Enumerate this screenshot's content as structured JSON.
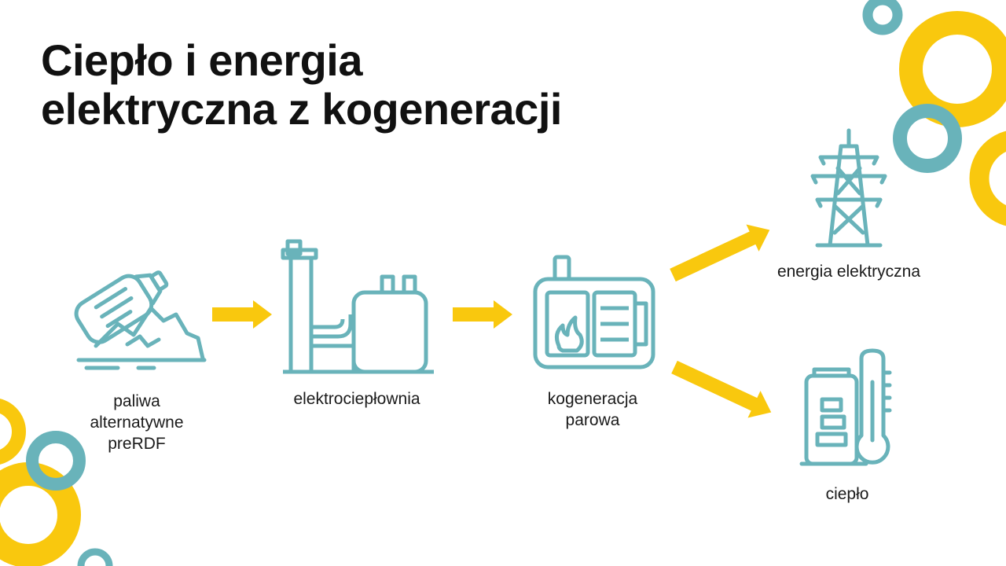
{
  "slide": {
    "title_lines": [
      "Ciepło i energia",
      "elektryczna z kogeneracji"
    ]
  },
  "nodes": [
    {
      "id": "fuel",
      "icon": "waste-bottle-pile-icon",
      "label_lines": [
        "paliwa",
        "alternatywne",
        "preRDF"
      ]
    },
    {
      "id": "plant",
      "icon": "power-plant-icon",
      "label_lines": [
        "elektrociepłownia"
      ]
    },
    {
      "id": "cogen",
      "icon": "steam-generator-icon",
      "label_lines": [
        "kogeneracja",
        "parowa"
      ]
    },
    {
      "id": "electric",
      "icon": "power-pylon-icon",
      "label_lines": [
        "energia elektryczna"
      ]
    },
    {
      "id": "heat",
      "icon": "radiator-thermometer-icon",
      "label_lines": [
        "ciepło"
      ]
    }
  ],
  "edges": [
    {
      "from": "fuel",
      "to": "plant"
    },
    {
      "from": "plant",
      "to": "cogen"
    },
    {
      "from": "cogen",
      "to": "electric"
    },
    {
      "from": "cogen",
      "to": "heat"
    }
  ],
  "colors": {
    "accent_yellow": "#F9C80E",
    "accent_teal": "#69B3BA",
    "icon_stroke": "#69B3BA",
    "text": "#111111"
  }
}
